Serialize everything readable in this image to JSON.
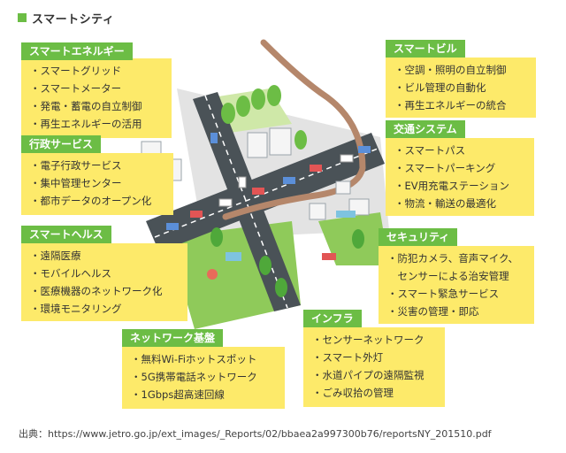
{
  "title": "スマートシティ",
  "colors": {
    "accent_green": "#6cbd45",
    "card_yellow": "#fdea6a",
    "road_brown": "#b5876b"
  },
  "cards": {
    "energy": {
      "title": "スマートエネルギー",
      "items": [
        "スマートグリッド",
        "スマートメーター",
        "発電・蓄電の自立制御",
        "再生エネルギーの活用"
      ]
    },
    "admin": {
      "title": "行政サービス",
      "items": [
        "電子行政サービス",
        "集中管理センター",
        "都市データのオープン化"
      ]
    },
    "health": {
      "title": "スマートヘルス",
      "items": [
        "遠隔医療",
        "モバイルヘルス",
        "医療機器のネットワーク化",
        "環境モニタリング"
      ]
    },
    "network": {
      "title": "ネットワーク基盤",
      "items": [
        "無料Wi-Fiホットスポット",
        "5G携帯電話ネットワーク",
        "1Gbps超高速回線"
      ]
    },
    "building": {
      "title": "スマートビル",
      "items": [
        "空調・照明の自立制御",
        "ビル管理の自動化",
        "再生エネルギーの統合"
      ]
    },
    "transport": {
      "title": "交通システム",
      "items": [
        "スマートパス",
        "スマートパーキング",
        "EV用充電ステーション",
        "物流・輸送の最適化"
      ]
    },
    "security": {
      "title": "セキュリティ",
      "items": [
        "防犯カメラ、音声マイク、",
        "センサーによる治安管理",
        "スマート緊急サービス",
        "災害の管理・即応"
      ]
    },
    "infra": {
      "title": "インフラ",
      "items": [
        "センサーネットワーク",
        "スマート外灯",
        "水道パイプの遠隔監視",
        "ごみ収拾の管理"
      ]
    }
  },
  "source": "出典：https://www.jetro.go.jp/ext_images/_Reports/02/bbaea2a997300b76/reportsNY_201510.pdf"
}
